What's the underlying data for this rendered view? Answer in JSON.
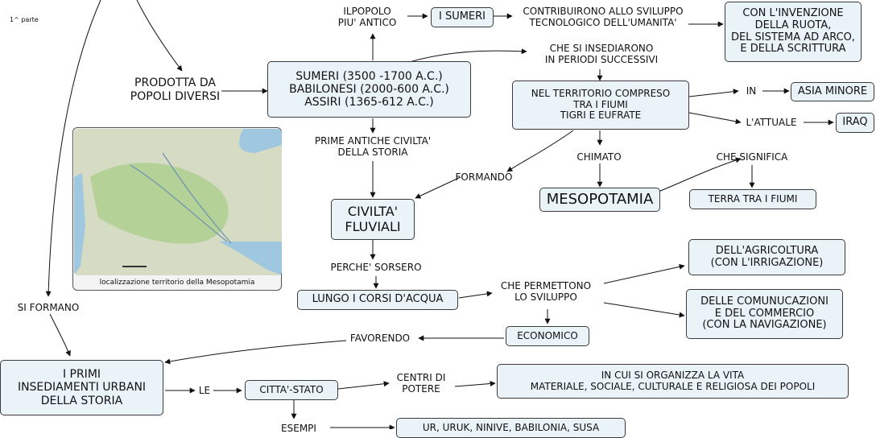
{
  "part_label": "1^ parte",
  "map_caption": "localizzazione territorio della Mesopotamia",
  "nodes": {
    "sumeri_babilonesi": "SUMERI (3500 -1700 A.C.)\nBABILONESI (2000-600 A.C.)\nASSIRI (1365-612 A.C.)",
    "i_sumeri": "I SUMERI",
    "invenzione": "CON L'INVENZIONE\nDELLA RUOTA,\nDEL SISTEMA AD ARCO,\nE DELLA SCRITTURA",
    "territorio": "NEL TERRITORIO COMPRESO\nTRA I FIUMI\nTIGRI E EUFRATE",
    "asia_minore": "ASIA MINORE",
    "iraq": "IRAQ",
    "mesopotamia": "MESOPOTAMIA",
    "terra_tra_fiumi": "TERRA TRA I FIUMI",
    "civilta_fluviali": "CIVILTA'\nFLUVIALI",
    "lungo_corsi": "LUNGO I CORSI D'ACQUA",
    "agricoltura": "DELL'AGRICOLTURA\n(CON L'IRRIGAZIONE)",
    "comunicazioni": "DELLE COMUNUCAZIONI\nE DEL COMMERCIO\n(CON LA NAVIGAZIONE)",
    "economico": "ECONOMICO",
    "insediamenti": "I PRIMI\nINSEDIAMENTI URBANI\nDELLA STORIA",
    "citta_stato": "CITTA'-STATO",
    "organizza": "IN CUI SI ORGANIZZA LA VITA\nMATERIALE, SOCIALE, CULTURALE E RELIGIOSA DEI POPOLI",
    "esempi_citta": "UR, URUK, NINIVE, BABILONIA, SUSA"
  },
  "links": {
    "ilpopolo": "ILPOPOLO\nPIU' ANTICO",
    "contribuirono": "CONTRIBUIRONO ALLO SVILUPPO\nTECNOLOGICO DELL'UMANITA'",
    "insediarono": "CHE SI INSEDIARONO\nIN PERIODI SUCCESSIVI",
    "prodotta": "PRODOTTA DA\nPOPOLI DIVERSI",
    "in": "IN",
    "attuale": "L'ATTUALE",
    "chimato": "CHIMATO",
    "significa": "CHE SIGNIFICA",
    "prime": "PRIME ANTICHE CIVILTA'\nDELLA STORIA",
    "formando": "FORMANDO",
    "perche": "PERCHE' SORSERO",
    "permettono": "CHE PERMETTONO\nLO SVILUPPO",
    "favorendo": "FAVORENDO",
    "si_formano": "SI FORMANO",
    "le": "LE",
    "centri": "CENTRI DI\nPOTERE",
    "esempi": "ESEMPI"
  }
}
